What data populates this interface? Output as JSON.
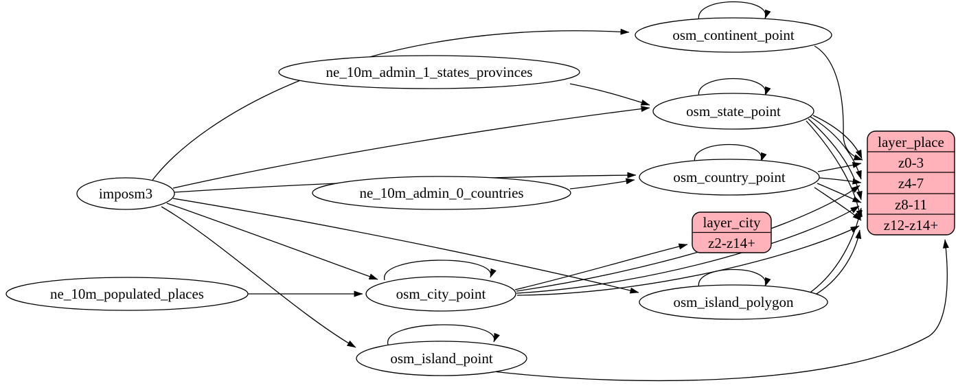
{
  "diagram": {
    "type": "graphviz-etl-graph",
    "background_color": "#ffffff",
    "edge_color": "#000000",
    "table_node_fill": "#ffffff",
    "layer_node_fill": "#ffb2ba",
    "nodes": {
      "imposm3": {
        "label": "imposm3",
        "shape": "ellipse"
      },
      "ne_10m_admin_1_states_provinces": {
        "label": "ne_10m_admin_1_states_provinces",
        "shape": "ellipse"
      },
      "ne_10m_admin_0_countries": {
        "label": "ne_10m_admin_0_countries",
        "shape": "ellipse"
      },
      "ne_10m_populated_places": {
        "label": "ne_10m_populated_places",
        "shape": "ellipse"
      },
      "osm_continent_point": {
        "label": "osm_continent_point",
        "shape": "ellipse",
        "self_loop": true
      },
      "osm_state_point": {
        "label": "osm_state_point",
        "shape": "ellipse",
        "self_loop": true
      },
      "osm_country_point": {
        "label": "osm_country_point",
        "shape": "ellipse",
        "self_loop": true
      },
      "osm_city_point": {
        "label": "osm_city_point",
        "shape": "ellipse",
        "self_loop": true
      },
      "osm_island_polygon": {
        "label": "osm_island_polygon",
        "shape": "ellipse",
        "self_loop": true
      },
      "osm_island_point": {
        "label": "osm_island_point",
        "shape": "ellipse",
        "self_loop": true
      }
    },
    "records": {
      "layer_place": {
        "title": "layer_place",
        "rows": [
          "z0-3",
          "z4-7",
          "z8-11",
          "z12-z14+"
        ]
      },
      "layer_city": {
        "title": "layer_city",
        "rows": [
          "z2-z14+"
        ]
      }
    },
    "edges": [
      {
        "from": "imposm3",
        "to": "osm_continent_point"
      },
      {
        "from": "imposm3",
        "to": "osm_state_point"
      },
      {
        "from": "imposm3",
        "to": "osm_country_point"
      },
      {
        "from": "imposm3",
        "to": "osm_city_point"
      },
      {
        "from": "imposm3",
        "to": "osm_island_polygon"
      },
      {
        "from": "imposm3",
        "to": "osm_island_point"
      },
      {
        "from": "ne_10m_admin_1_states_provinces",
        "to": "osm_state_point"
      },
      {
        "from": "ne_10m_admin_0_countries",
        "to": "osm_country_point"
      },
      {
        "from": "ne_10m_populated_places",
        "to": "osm_city_point"
      },
      {
        "from": "osm_continent_point",
        "to": "osm_continent_point"
      },
      {
        "from": "osm_state_point",
        "to": "osm_state_point"
      },
      {
        "from": "osm_country_point",
        "to": "osm_country_point"
      },
      {
        "from": "osm_city_point",
        "to": "osm_city_point"
      },
      {
        "from": "osm_island_polygon",
        "to": "osm_island_polygon"
      },
      {
        "from": "osm_island_point",
        "to": "osm_island_point"
      },
      {
        "from": "osm_continent_point",
        "to": "layer_place",
        "port": "z0-3"
      },
      {
        "from": "osm_state_point",
        "to": "layer_place",
        "port": "z0-3"
      },
      {
        "from": "osm_state_point",
        "to": "layer_place",
        "port": "z4-7"
      },
      {
        "from": "osm_state_point",
        "to": "layer_place",
        "port": "z8-11"
      },
      {
        "from": "osm_state_point",
        "to": "layer_place",
        "port": "z12-z14+"
      },
      {
        "from": "osm_country_point",
        "to": "layer_place",
        "port": "z0-3"
      },
      {
        "from": "osm_country_point",
        "to": "layer_place",
        "port": "z4-7"
      },
      {
        "from": "osm_country_point",
        "to": "layer_place",
        "port": "z8-11"
      },
      {
        "from": "osm_country_point",
        "to": "layer_place",
        "port": "z12-z14+"
      },
      {
        "from": "osm_city_point",
        "to": "layer_city",
        "port": "z2-z14+"
      },
      {
        "from": "osm_city_point",
        "to": "layer_place",
        "port": "z4-7"
      },
      {
        "from": "osm_city_point",
        "to": "layer_place",
        "port": "z8-11"
      },
      {
        "from": "osm_city_point",
        "to": "layer_place",
        "port": "z12-z14+"
      },
      {
        "from": "osm_island_polygon",
        "to": "layer_place",
        "port": "z8-11"
      },
      {
        "from": "osm_island_polygon",
        "to": "layer_place",
        "port": "z12-z14+"
      },
      {
        "from": "osm_island_point",
        "to": "layer_place",
        "port": "z12-z14+"
      }
    ]
  }
}
